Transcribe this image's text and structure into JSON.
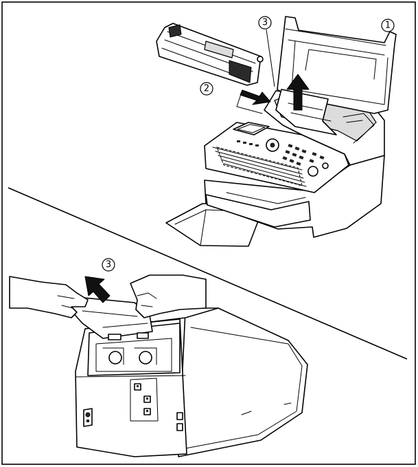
{
  "callouts": {
    "c1": "1",
    "c2": "2",
    "c3_top": "3",
    "c3_bottom": "3"
  }
}
